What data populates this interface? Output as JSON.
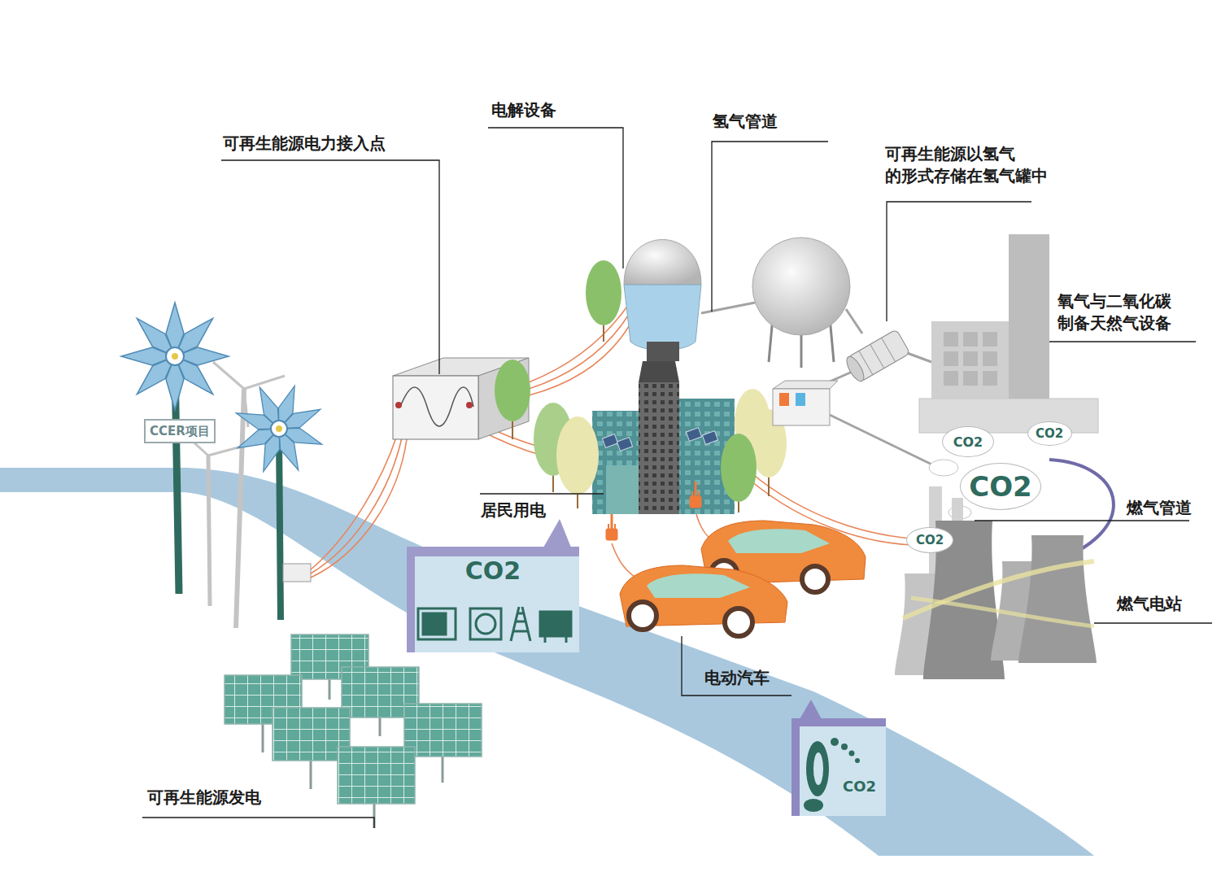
{
  "diagram": {
    "nodes": [
      {
        "text": [
          "CCER项目"
        ]
      },
      {
        "text": [
          "CO2"
        ]
      },
      {
        "text": [
          "CO2"
        ]
      },
      {
        "text": [
          "CO2"
        ]
      },
      {
        "text": [
          "CO2"
        ]
      },
      {
        "text": [
          "CO2"
        ]
      },
      {
        "text": [
          "CO2"
        ]
      }
    ],
    "labels": [
      "电解设备",
      "氢气管道",
      "可再生能源电力接入点",
      "可再生能源以氢气 的形式存储在氢气罐中",
      "氧气与二氧化碳 制备天然气设备",
      "居民用电",
      "燃气管道",
      "燃气电站",
      "电动汽车",
      "可再生能源发电"
    ]
  }
}
